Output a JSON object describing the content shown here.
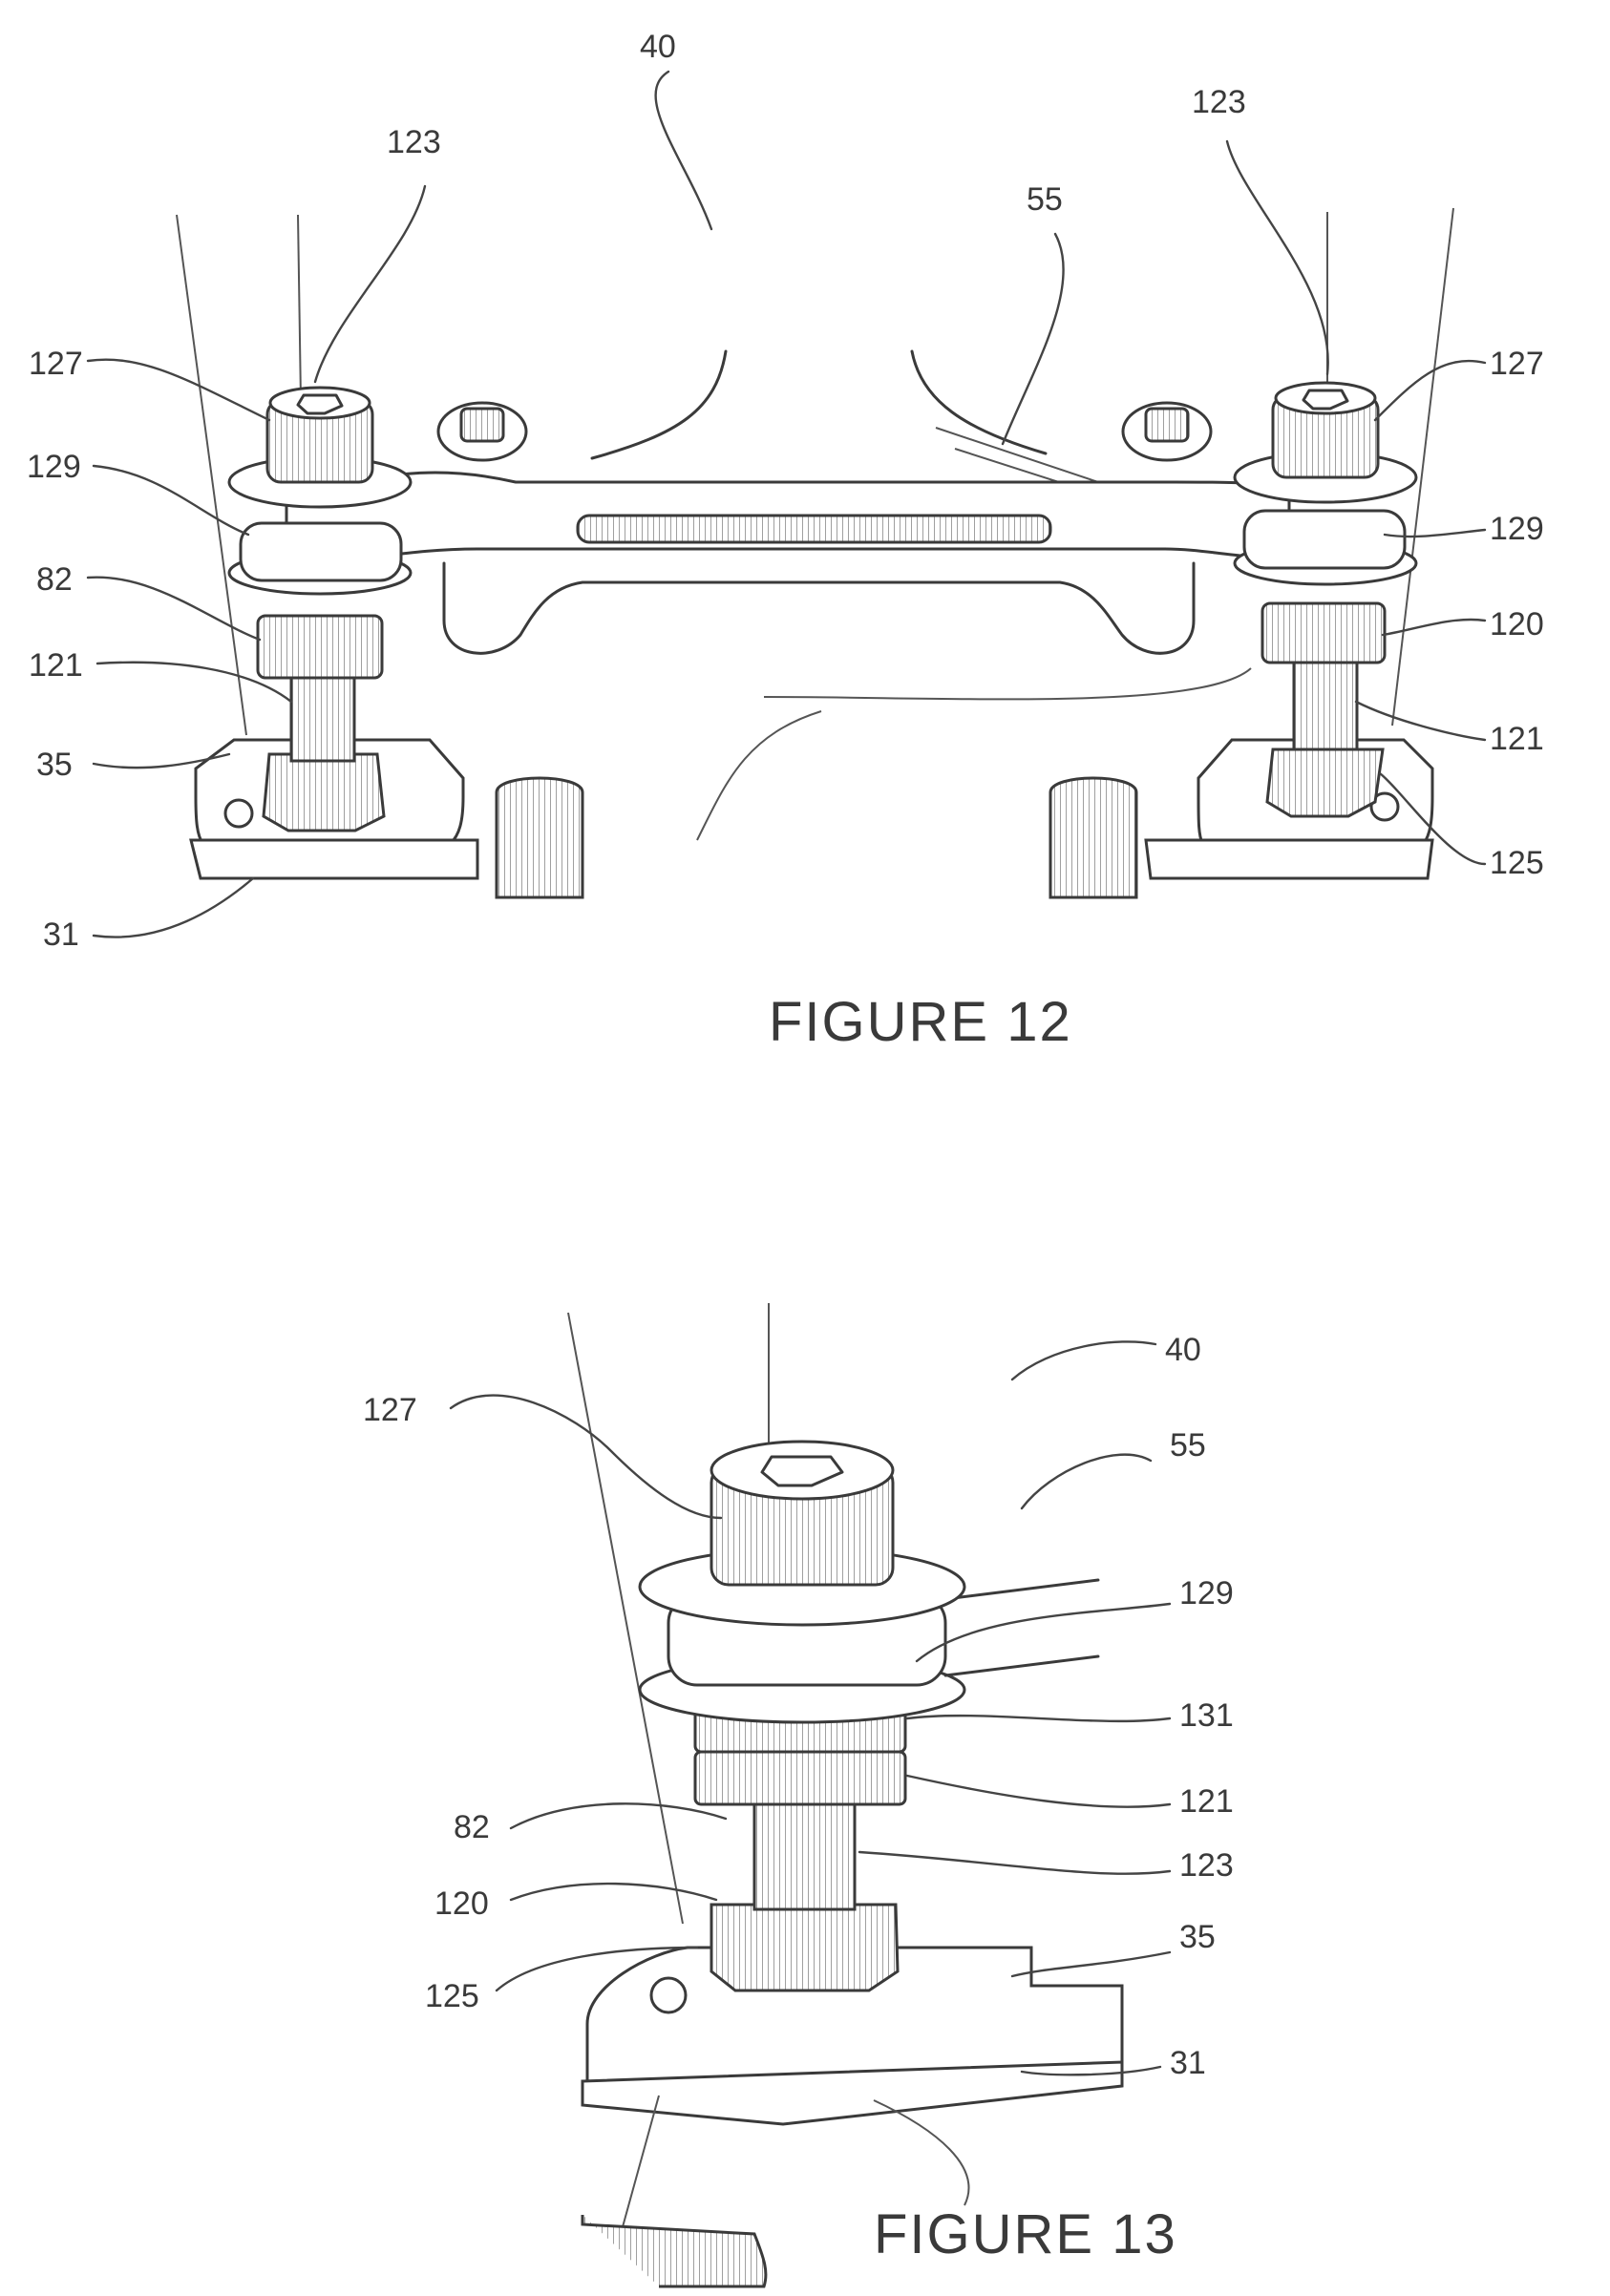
{
  "figure12": {
    "caption": "FIGURE 12",
    "refs": {
      "r40": "40",
      "r123_left": "123",
      "r123_right": "123",
      "r55": "55",
      "r127_left": "127",
      "r127_right": "127",
      "r129_left": "129",
      "r129_right": "129",
      "r82": "82",
      "r120": "120",
      "r121_left": "121",
      "r121_right": "121",
      "r35": "35",
      "r125": "125",
      "r31": "31"
    }
  },
  "figure13": {
    "caption": "FIGURE 13",
    "refs": {
      "r40": "40",
      "r127": "127",
      "r55": "55",
      "r129": "129",
      "r131": "131",
      "r121": "121",
      "r82": "82",
      "r123": "123",
      "r120": "120",
      "r35": "35",
      "r125": "125",
      "r31": "31"
    }
  }
}
